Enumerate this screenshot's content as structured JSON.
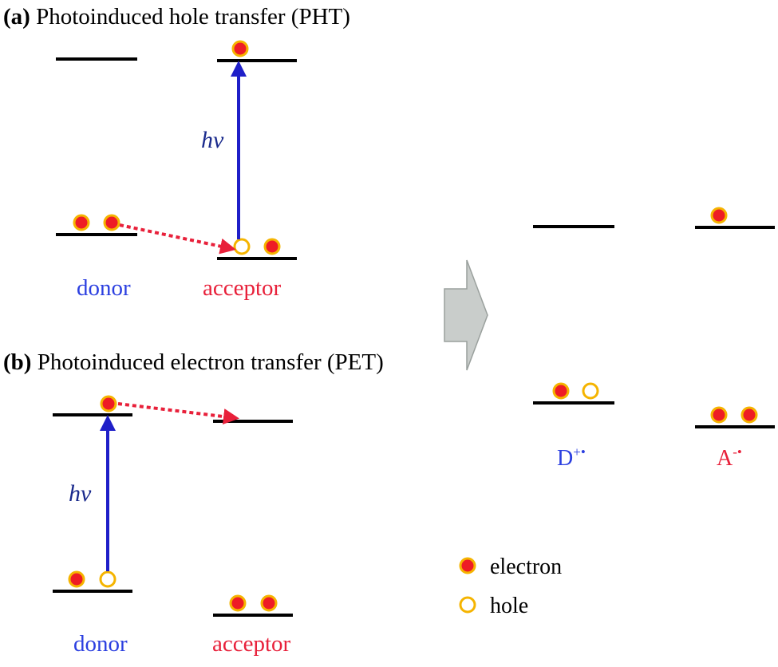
{
  "panel_a": {
    "label": "(a)",
    "title": "Photoinduced hole transfer (PHT)",
    "excitation": "hν",
    "donor_label": "donor",
    "acceptor_label": "acceptor"
  },
  "panel_b": {
    "label": "(b)",
    "title": "Photoinduced electron transfer (PET)",
    "excitation": "hν",
    "donor_label": "donor",
    "acceptor_label": "acceptor"
  },
  "result": {
    "donor_label": "D",
    "donor_charge": "+•",
    "acceptor_label": "A",
    "acceptor_charge": "-•"
  },
  "legend": {
    "electron": "electron",
    "hole": "hole"
  },
  "colors": {
    "donor": "#2b3fe0",
    "acceptor": "#e8203a",
    "excitation_arrow": "#1f1fc8",
    "excitation_text": "#1a2a8c",
    "transfer_arrow": "#e8203a",
    "electron_fill": "#ee1c25",
    "electron_ring": "#f5b400",
    "hole_ring": "#f5b400",
    "level": "#000000",
    "big_arrow": "#c9cdcb"
  }
}
